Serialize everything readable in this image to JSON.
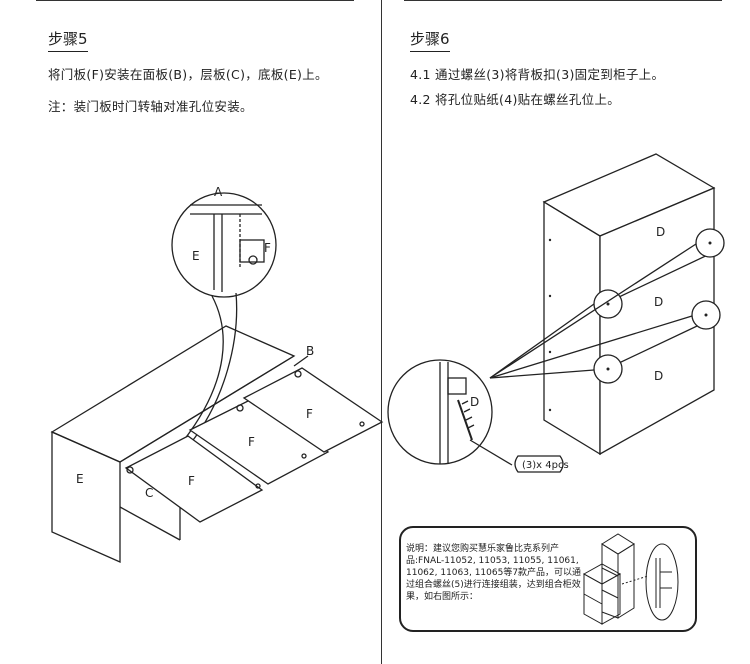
{
  "step5": {
    "title": "步骤5",
    "line1": "将门板(F)安装在面板(B)，层板(C)，底板(E)上。",
    "note": "注：装门板时门转轴对准孔位安装。",
    "labels": {
      "A": "A",
      "E_detail": "E",
      "F_detail": "F",
      "B": "B",
      "E": "E",
      "C": "C",
      "F1": "F",
      "F2": "F",
      "F3": "F"
    }
  },
  "step6": {
    "title": "步骤6",
    "line1": "4.1 通过螺丝(3)将背板扣(3)固定到柜子上。",
    "line2": "4.2 将孔位贴纸(4)贴在螺丝孔位上。",
    "labels": {
      "D1": "D",
      "D2": "D",
      "D3": "D",
      "D_detail": "D",
      "screw_qty": "(3)x 4pcs"
    }
  },
  "note": {
    "text": "说明：建议您购买慧乐家鲁比克系列产品:FNAL-11052, 11053, 11055, 11061, 11062, 11063, 11065等7款产品，可以通过组合螺丝(5)进行连接组装，达到组合柜效果，如右图所示："
  }
}
